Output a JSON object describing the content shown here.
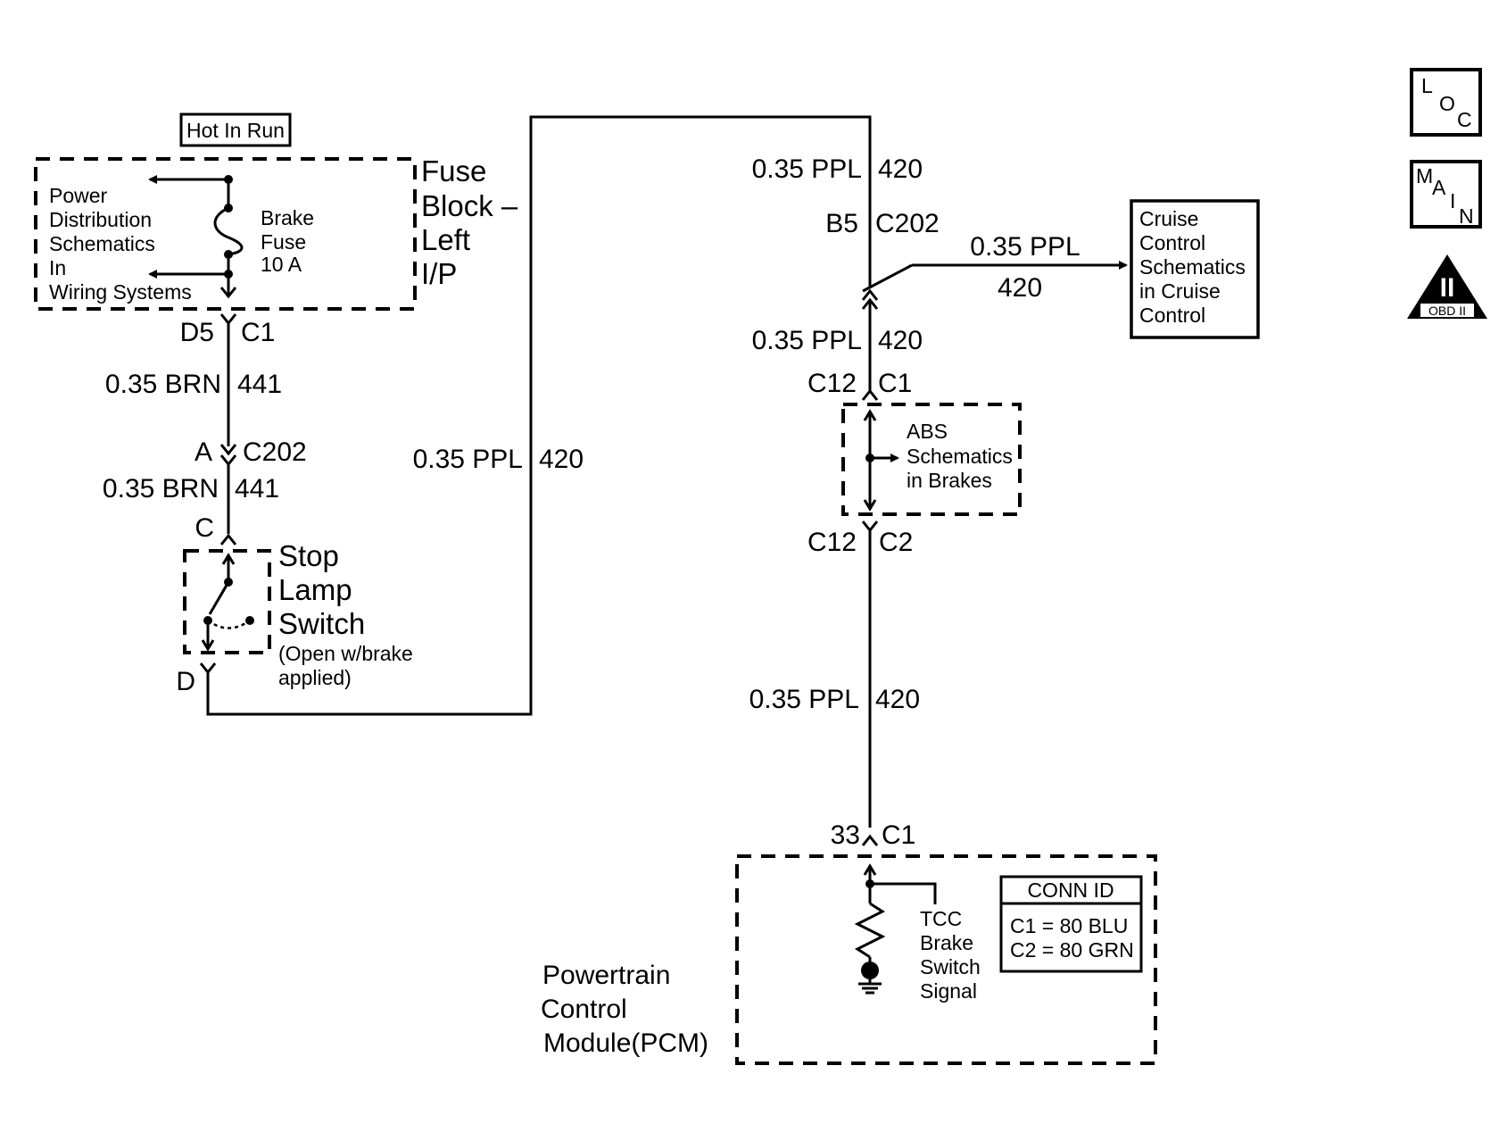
{
  "hot_in_run": "Hot In Run",
  "fuse_block": {
    "line1": "Fuse",
    "line2": "Block –",
    "line3": "Left",
    "line4": "I/P"
  },
  "power_distribution": {
    "line1": "Power",
    "line2": "Distribution",
    "line3": "Schematics",
    "line4": "In",
    "line5": "Wiring Systems"
  },
  "brake_fuse": {
    "line1": "Brake",
    "line2": "Fuse",
    "line3": "10 A"
  },
  "conn_d5": "D5",
  "conn_c1_fuse": "C1",
  "wire_brn_1": {
    "gauge_color": "0.35 BRN",
    "circuit": "441"
  },
  "conn_a": "A",
  "conn_c202_left": "C202",
  "wire_brn_2": {
    "gauge_color": "0.35 BRN",
    "circuit": "441"
  },
  "conn_c": "C",
  "stop_lamp": {
    "line1": "Stop",
    "line2": "Lamp",
    "line3": "Switch",
    "line4": "(Open w/brake",
    "line5": "applied)"
  },
  "conn_d": "D",
  "wire_ppl_left": {
    "gauge_color": "0.35 PPL",
    "circuit": "420"
  },
  "wire_ppl_top": {
    "gauge_color": "0.35 PPL",
    "circuit": "420"
  },
  "conn_b5": "B5",
  "conn_c202_right": "C202",
  "wire_ppl_cruise": {
    "gauge_color": "0.35 PPL",
    "circuit": "420"
  },
  "cruise": {
    "line1": "Cruise",
    "line2": "Control",
    "line3": "Schematics",
    "line4": "in Cruise",
    "line5": "Control"
  },
  "wire_ppl_mid": {
    "gauge_color": "0.35 PPL",
    "circuit": "420"
  },
  "conn_c12_a": "C12",
  "conn_c1_abs": "C1",
  "abs": {
    "line1": "ABS",
    "line2": "Schematics",
    "line3": "in Brakes"
  },
  "conn_c12_b": "C12",
  "conn_c2_abs": "C2",
  "wire_ppl_bottom": {
    "gauge_color": "0.35 PPL",
    "circuit": "420"
  },
  "conn_33": "33",
  "conn_c1_pcm": "C1",
  "pcm": {
    "line1": "Powertrain",
    "line2": "Control",
    "line3": "Module(PCM)"
  },
  "tcc": {
    "line1": "TCC",
    "line2": "Brake",
    "line3": "Switch",
    "line4": "Signal"
  },
  "conn_id": {
    "title": "CONN ID",
    "c1": "C1 = 80 BLU",
    "c2": "C2 = 80 GRN"
  },
  "icons": {
    "loc": {
      "l": "L",
      "o": "O",
      "c": "C"
    },
    "main": {
      "m": "M",
      "a": "A",
      "i": "I",
      "n": "N"
    },
    "obd": {
      "numeral": "II",
      "label": "OBD II"
    }
  }
}
